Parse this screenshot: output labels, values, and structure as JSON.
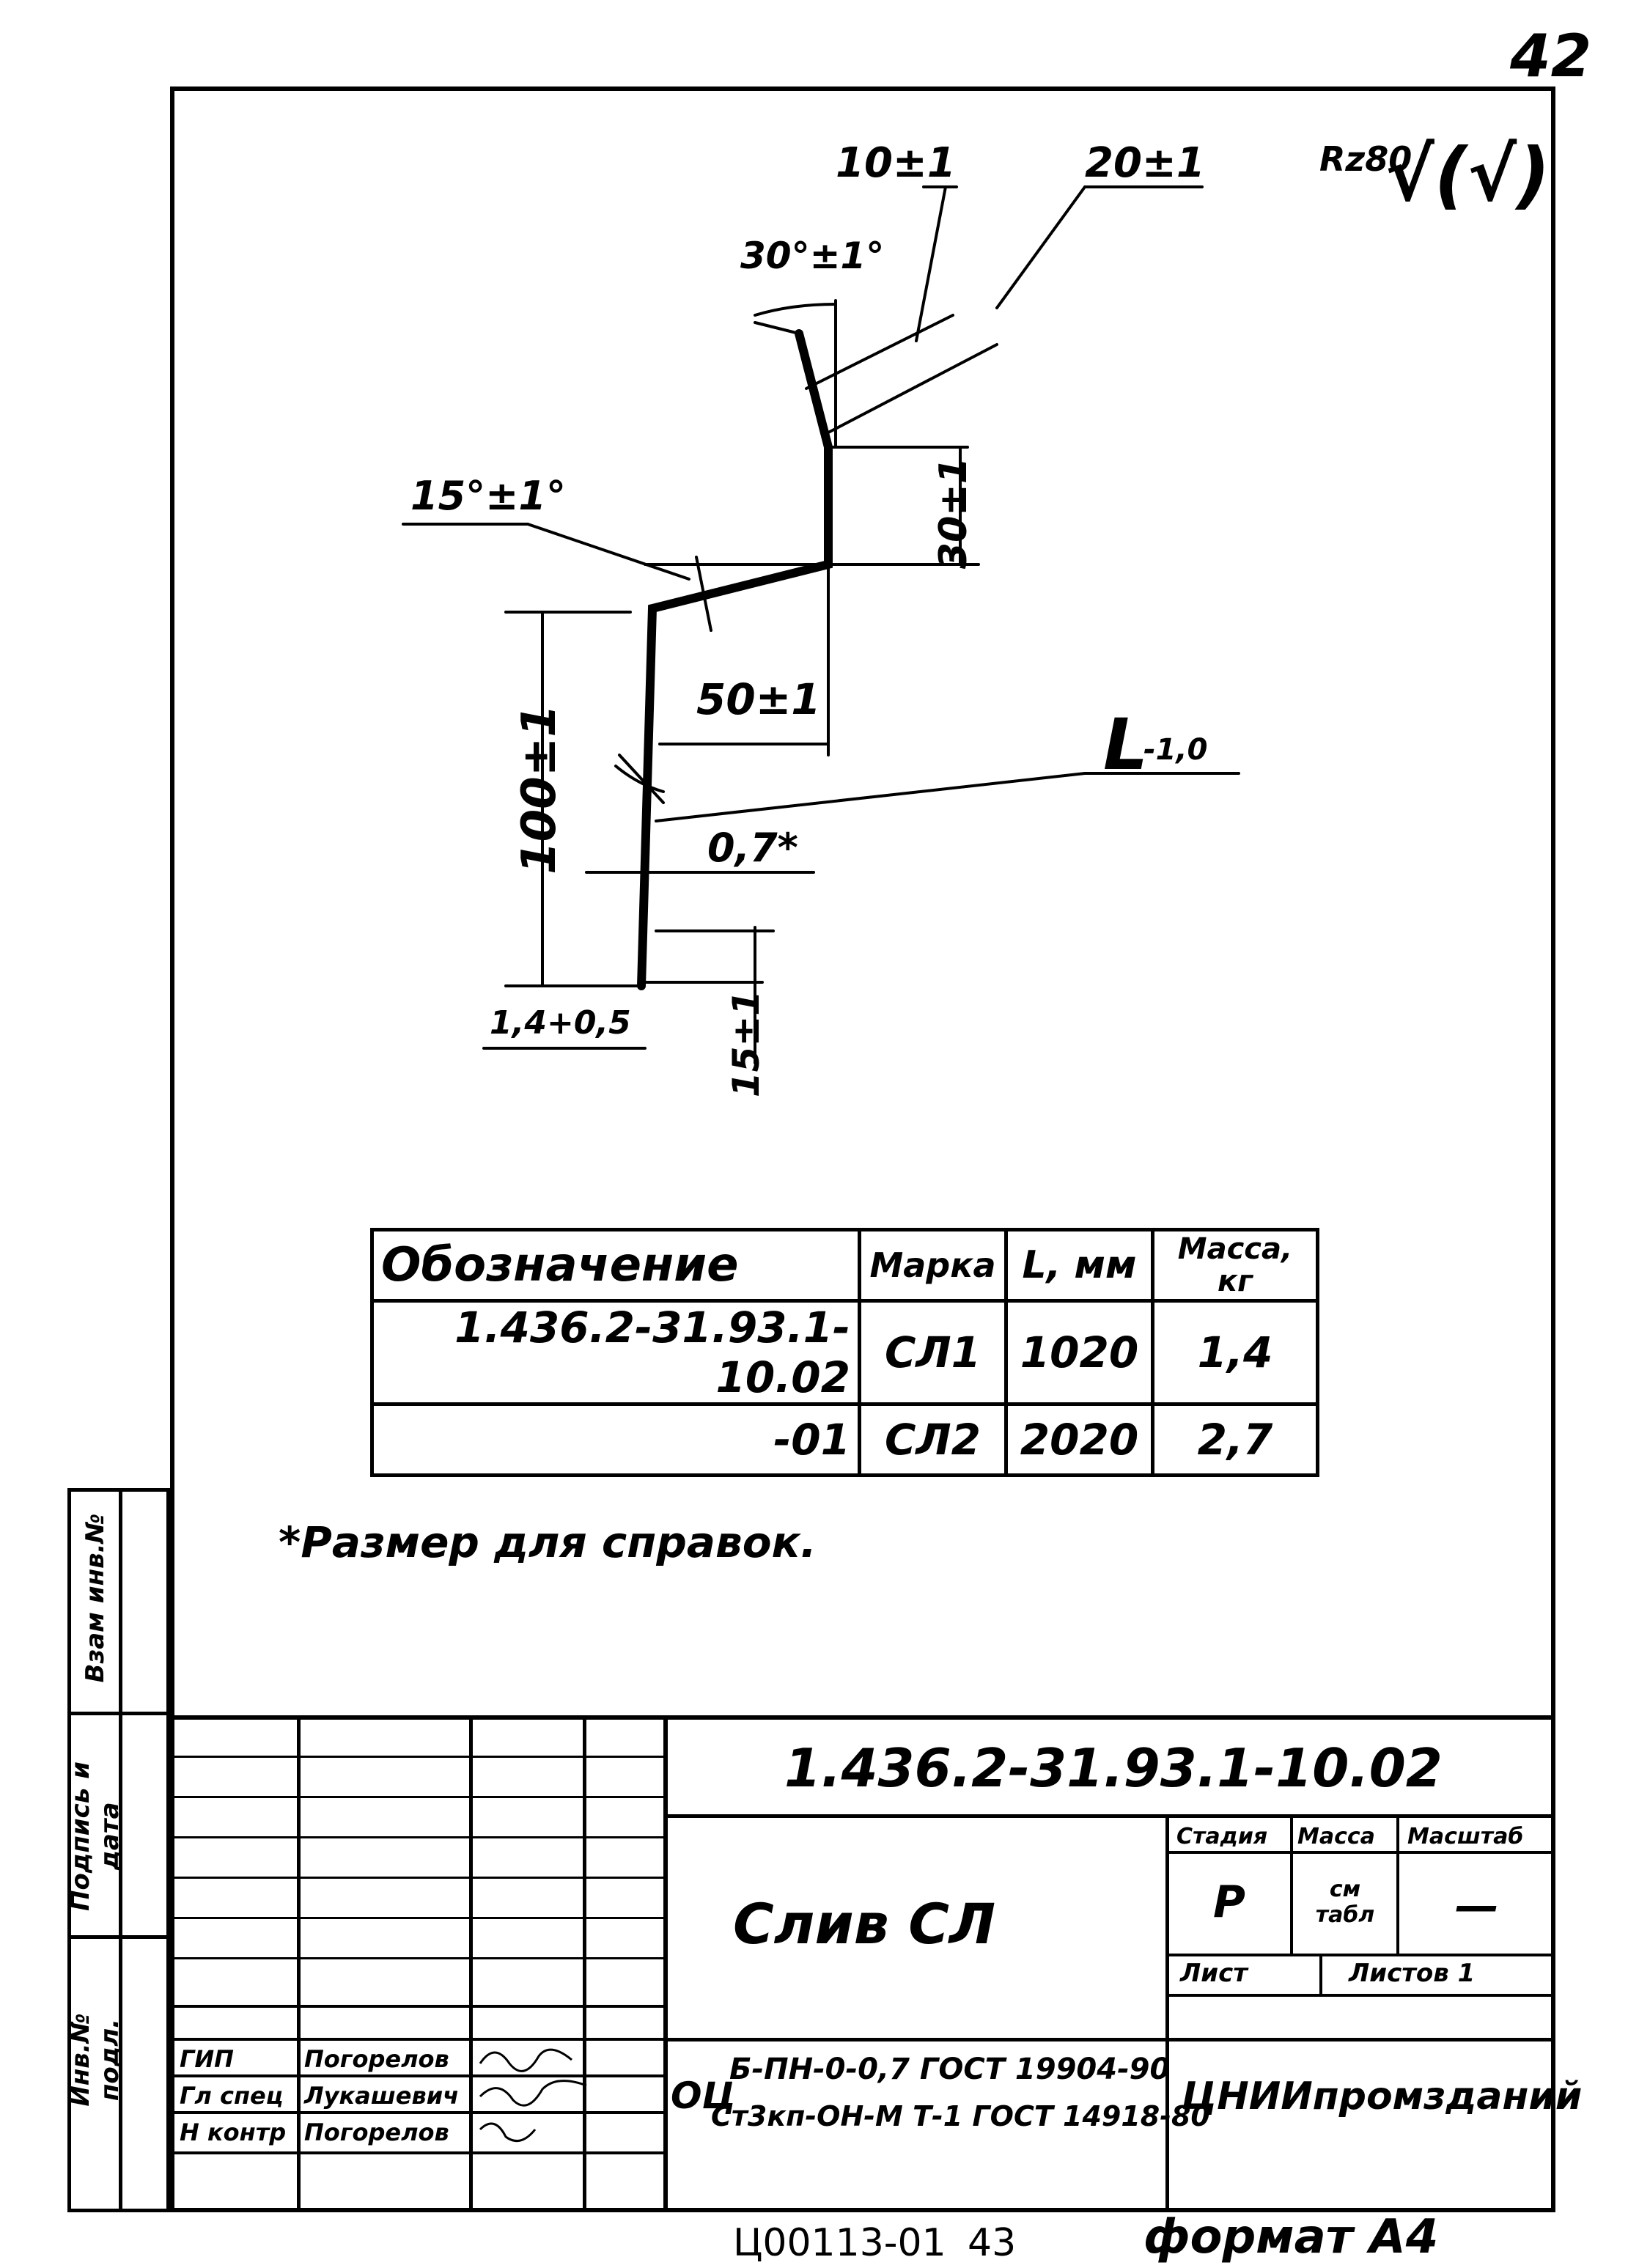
{
  "page_number": "42",
  "roughness": {
    "label": "Rz80",
    "symbol": "√(√)"
  },
  "dimensions": {
    "d10": "10±1",
    "d20": "20±1",
    "a30": "30°±1°",
    "a15": "15°±1°",
    "d30": "30±1",
    "d50": "50±1",
    "d100": "100±1",
    "length": "L",
    "length_tol": "-1,0",
    "thickness": "0,7*",
    "d14": "1,4+0,5",
    "d15": "15±1"
  },
  "spec_table": {
    "headers": [
      "Обозначение",
      "Марка",
      "L, мм",
      "Масса, кг"
    ],
    "rows": [
      [
        "1.436.2-31.93.1-10.02",
        "СЛ1",
        "1020",
        "1,4"
      ],
      [
        "-01",
        "СЛ2",
        "2020",
        "2,7"
      ]
    ]
  },
  "note": "*Размер для справок.",
  "side_stamp": {
    "labels": [
      "Взам инв.№",
      "Подпись и дата",
      "Инв.№ подл."
    ]
  },
  "title_block": {
    "document_code": "1.436.2-31.93.1-10.02",
    "name": "Слив СЛ",
    "stage_label": "Стадия",
    "mass_label": "Масса",
    "scale_label": "Масштаб",
    "stage_value": "Р",
    "mass_value": "см табл",
    "scale_value": "—",
    "sheet_label": "Лист",
    "sheets_label": "Листов 1",
    "material_prefix": "ОЦ",
    "material_line1": "Б-ПН-0-0,7 ГОСТ 19904-90",
    "material_line2": "Ст3кп-ОН-М Т-1 ГОСТ 14918-80",
    "organization": "ЦНИИпромзданий",
    "roles": [
      {
        "role": "ГИП",
        "name": "Погорелов"
      },
      {
        "role": "Гл спец",
        "name": "Лукашевич"
      },
      {
        "role": "Н контр",
        "name": "Погорелов"
      }
    ]
  },
  "footer": {
    "code": "Ц00113-01",
    "sheet": "43",
    "format": "формат А4"
  }
}
